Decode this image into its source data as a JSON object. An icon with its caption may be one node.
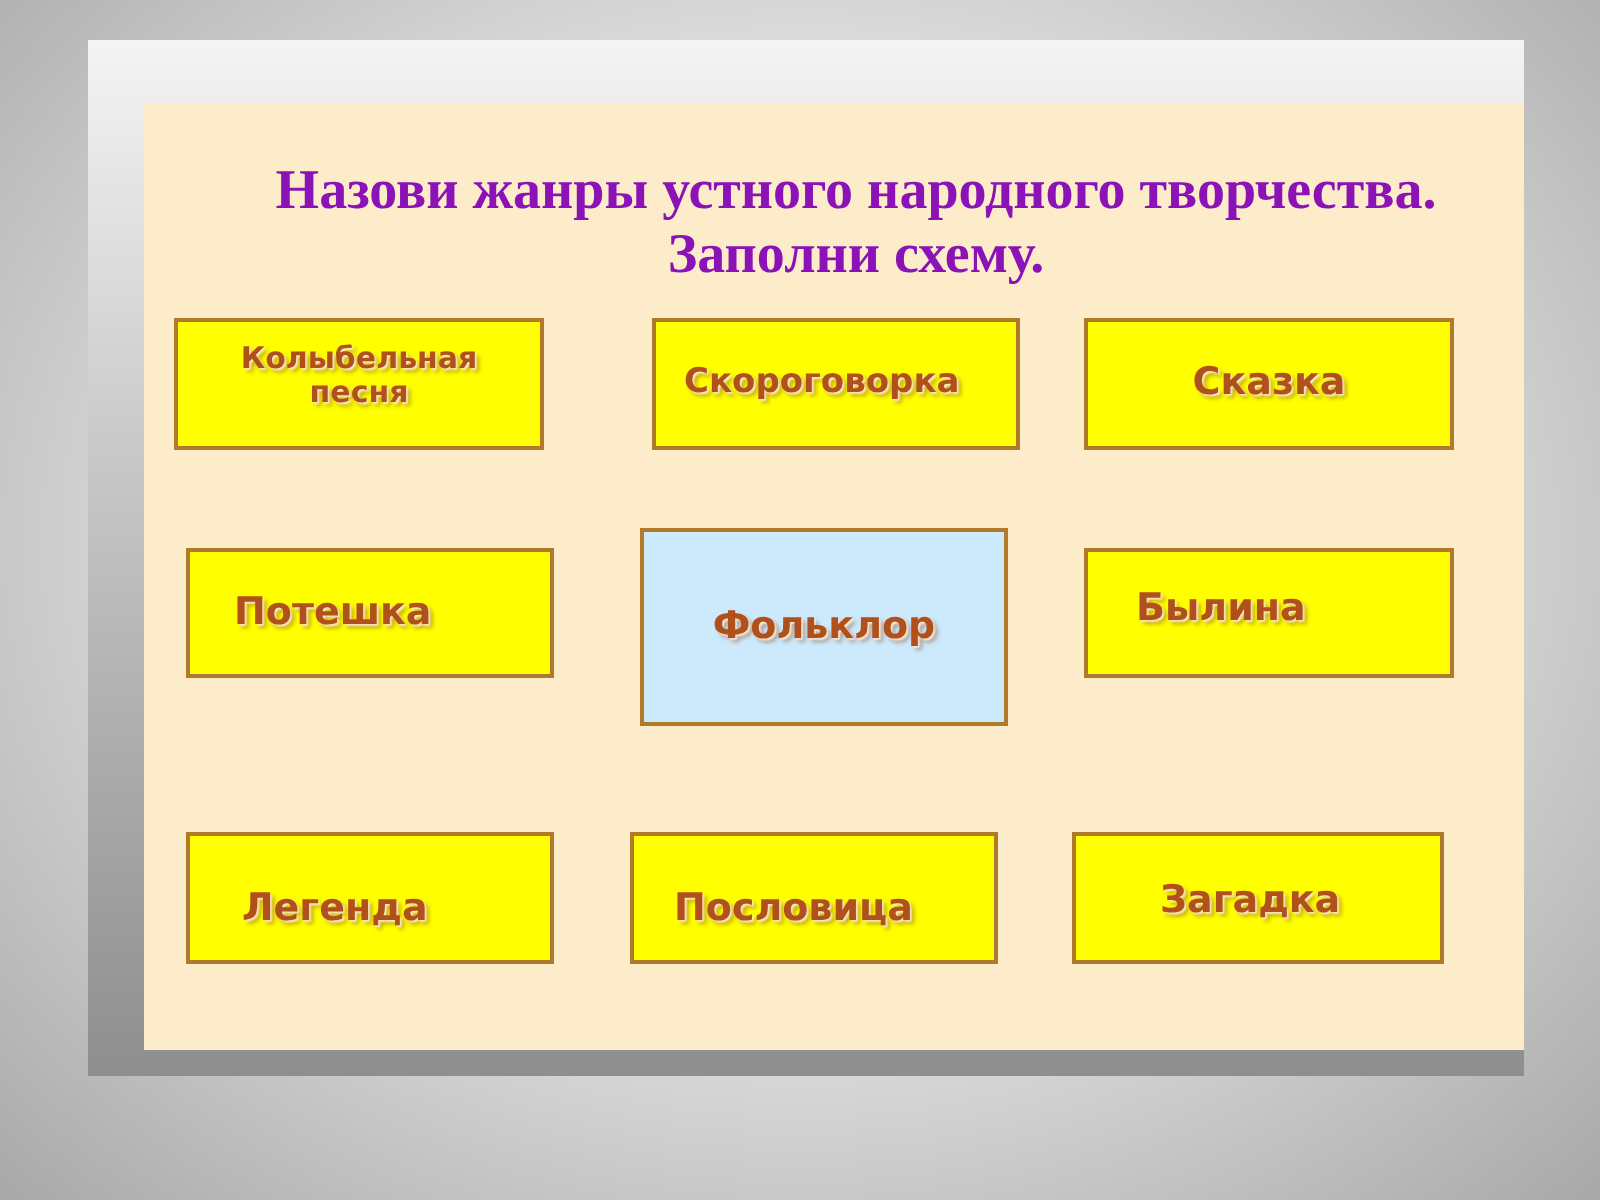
{
  "diagram": {
    "title": "Назови жанры устного народного творчества. Заполни схему.",
    "nodes": [
      {
        "text": [
          "Колыбельная песня"
        ]
      },
      {
        "text": [
          "Скороговорка"
        ]
      },
      {
        "text": [
          "Сказка"
        ]
      },
      {
        "text": [
          "Потешка"
        ]
      },
      {
        "text": [
          "Фольклор"
        ]
      },
      {
        "text": [
          "Былина"
        ]
      },
      {
        "text": [
          "Легенда"
        ]
      },
      {
        "text": [
          "Пословица"
        ]
      },
      {
        "text": [
          "Загадка"
        ]
      }
    ]
  }
}
